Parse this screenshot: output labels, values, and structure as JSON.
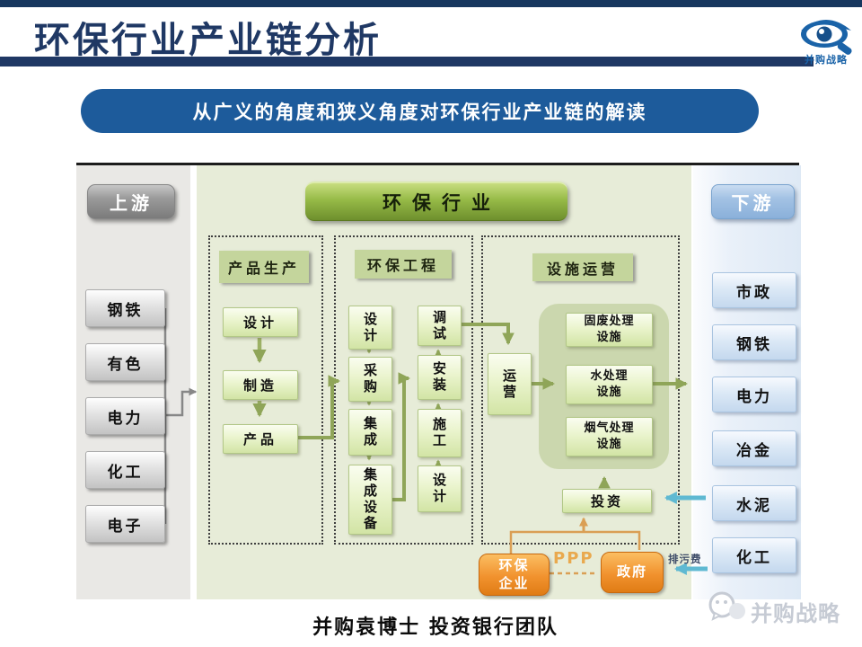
{
  "header": {
    "title": "环保行业产业链分析",
    "logo_text": "并购战略"
  },
  "banner": {
    "text": "从广义的角度和狭义角度对环保行业产业链的解读"
  },
  "diagram": {
    "industry_label": "环保行业",
    "upstream": {
      "label": "上游",
      "items": [
        "钢铁",
        "有色",
        "电力",
        "化工",
        "电子"
      ]
    },
    "downstream": {
      "label": "下游",
      "items": [
        "市政",
        "钢铁",
        "电力",
        "冶金",
        "水泥",
        "化工"
      ]
    },
    "production": {
      "title": "产品生产",
      "steps": [
        "设计",
        "制造",
        "产品"
      ]
    },
    "engineering": {
      "title": "环保工程",
      "left_steps": [
        "设计",
        "采购",
        "集成",
        "集成设备"
      ],
      "right_steps": [
        "调试",
        "安装",
        "施工",
        "设计"
      ],
      "operate": "运营"
    },
    "operation": {
      "title": "设施运营",
      "facilities": [
        "固废处理\n设施",
        "水处理\n设施",
        "烟气处理\n设施"
      ],
      "invest": "投资"
    },
    "bottom": {
      "enterprise": "环保\n企业",
      "ppp_label": "PPP",
      "government": "政府",
      "fee_label": "排污费"
    }
  },
  "footer": {
    "credit": "并购袁博士 投资银行团队",
    "watermark": "并购战略"
  },
  "colors": {
    "navy": "#1F3864",
    "banner_blue": "#1D5B9B",
    "industry_green": "#7A9A34",
    "teal_arrow": "#5FB9D2",
    "orange_box": "#ED8C2B",
    "olive_arrow": "#8FA558"
  }
}
